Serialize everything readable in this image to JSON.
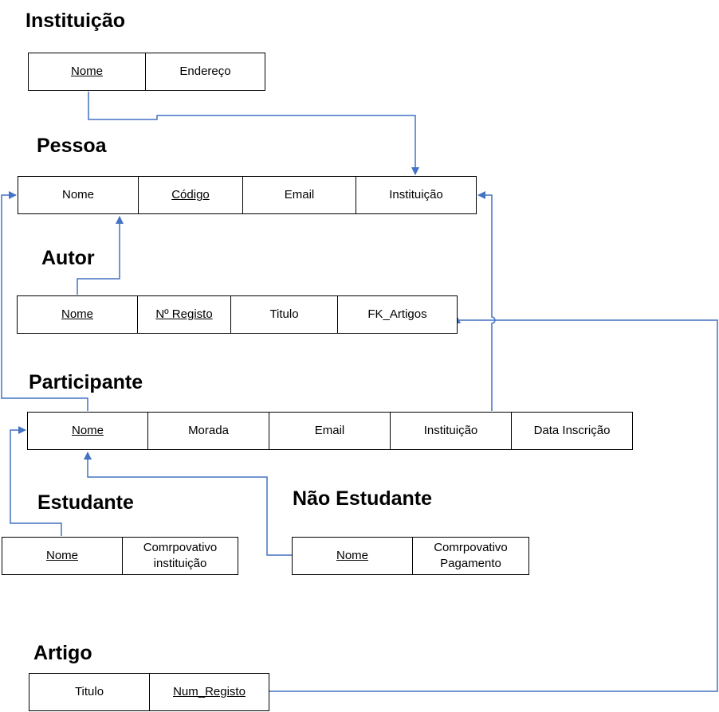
{
  "colors": {
    "connector": "#4472c4",
    "border": "#000000",
    "text": "#000000"
  },
  "entities": {
    "instituicao": {
      "title": "Instituição",
      "fields": [
        "Nome",
        "Endereço"
      ]
    },
    "pessoa": {
      "title": "Pessoa",
      "fields": [
        "Nome",
        "Código",
        "Email",
        "Instituição"
      ]
    },
    "autor": {
      "title": "Autor",
      "fields": [
        "Nome",
        "Nº Registo",
        "Titulo",
        "FK_Artigos"
      ]
    },
    "participante": {
      "title": "Participante",
      "fields": [
        "Nome",
        "Morada",
        "Email",
        "Instituição",
        "Data Inscrição"
      ]
    },
    "estudante": {
      "title": "Estudante",
      "fields": [
        "Nome",
        "Comrpovativo\ninstituição"
      ]
    },
    "nao_estudante": {
      "title": "Não Estudante",
      "fields": [
        "Nome",
        "Comrpovativo\nPagamento"
      ]
    },
    "artigo": {
      "title": "Artigo",
      "fields": [
        "Titulo",
        "Num_Registo"
      ]
    }
  }
}
